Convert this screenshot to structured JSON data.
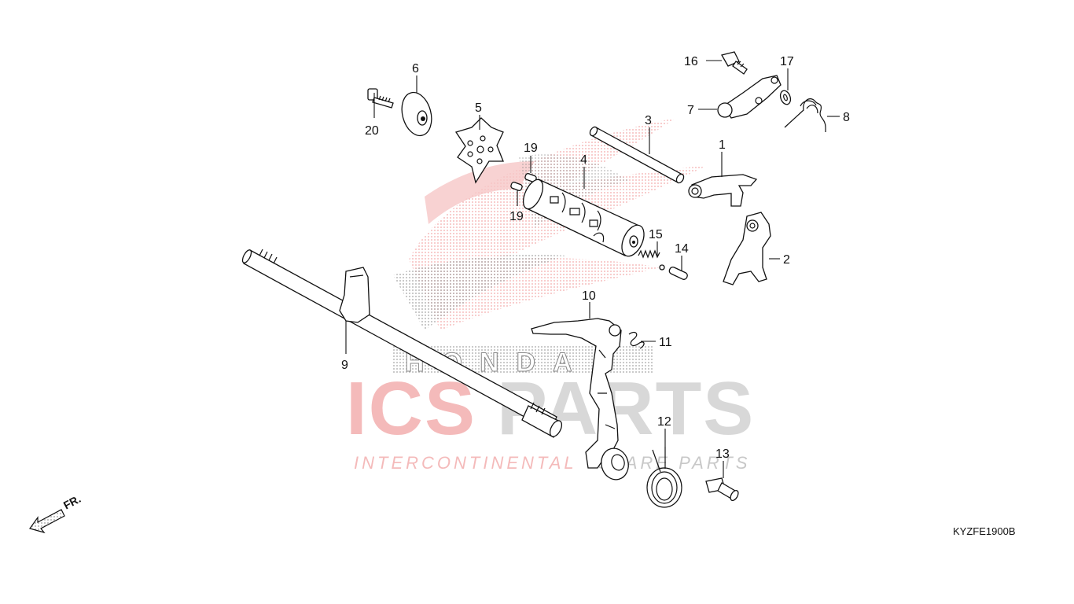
{
  "diagram_code": "KYZFE1900B",
  "direction_label": "FR.",
  "watermark": {
    "brand": "HONDA",
    "ics": "ICS",
    "parts": "PARTS",
    "sub_red": "INTERCONTINENTAL",
    "sub_grey": "SPARE PARTS",
    "red": "#e23b3b",
    "grey": "#c8c8c8"
  },
  "callouts": [
    {
      "id": "1",
      "label": "1"
    },
    {
      "id": "2",
      "label": "2"
    },
    {
      "id": "3",
      "label": "3"
    },
    {
      "id": "4",
      "label": "4"
    },
    {
      "id": "5",
      "label": "5"
    },
    {
      "id": "6",
      "label": "6"
    },
    {
      "id": "7",
      "label": "7"
    },
    {
      "id": "8",
      "label": "8"
    },
    {
      "id": "9",
      "label": "9"
    },
    {
      "id": "10",
      "label": "10"
    },
    {
      "id": "11",
      "label": "11"
    },
    {
      "id": "12",
      "label": "12"
    },
    {
      "id": "13",
      "label": "13"
    },
    {
      "id": "14",
      "label": "14"
    },
    {
      "id": "15",
      "label": "15"
    },
    {
      "id": "16",
      "label": "16"
    },
    {
      "id": "17",
      "label": "17"
    },
    {
      "id": "19a",
      "label": "19"
    },
    {
      "id": "19b",
      "label": "19"
    },
    {
      "id": "20",
      "label": "20"
    }
  ]
}
